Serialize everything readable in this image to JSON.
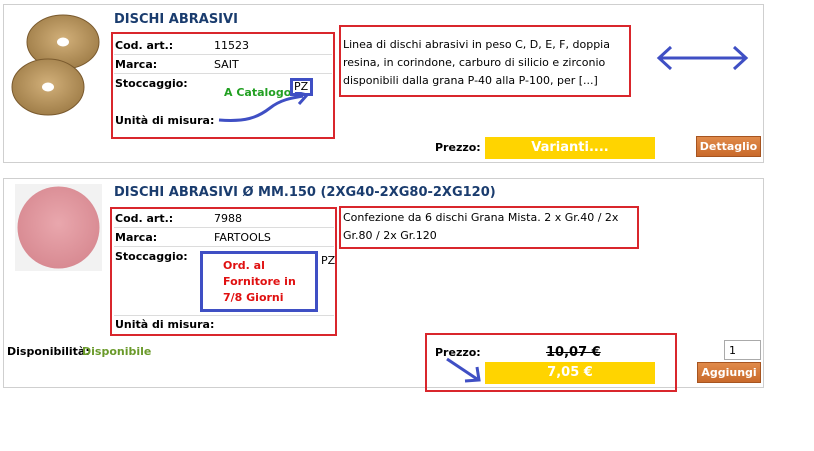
{
  "products": [
    {
      "title": "DISCHI ABRASIVI",
      "code_label": "Cod. art.:",
      "code": "11523",
      "brand_label": "Marca:",
      "brand": "SAIT",
      "stock_label": "Stoccaggio:",
      "stock_status": "A Catalogo",
      "unit_badge": "PZ",
      "unit_label": "Unità di misura:",
      "description": "Linea di dischi abrasivi in peso C, D, E, F, doppia resina, in corindone, carburo di silicio e zirconio disponibili dalla grana P-40 alla P-100, per [...]",
      "price_label": "Prezzo:",
      "price_value": "Varianti....",
      "action_label": "Dettaglio"
    },
    {
      "title": "DISCHI ABRASIVI Ø MM.150 (2XG40-2XG80-2XG120)",
      "code_label": "Cod. art.:",
      "code": "7988",
      "brand_label": "Marca:",
      "brand": "FARTOOLS",
      "stock_label": "Stoccaggio:",
      "stock_status": "Ord. al Fornitore in 7/8 Giorni",
      "unit_badge": "PZ",
      "unit_label": "Unità di misura:",
      "description": "Confezione da 6 dischi Grana Mista. 2 x Gr.40 / 2x Gr.80 / 2x Gr.120",
      "availability_label": "Disponibilità:",
      "availability_value": "Disponibile",
      "price_label": "Prezzo:",
      "old_price": "10,07 €",
      "price_value": "7,05 €",
      "quantity": "1",
      "action_label": "Aggiungi"
    }
  ],
  "colors": {
    "title": "#1a3c6e",
    "annotation_red": "#d9262c",
    "annotation_blue": "#3f4fc4",
    "price_yellow": "#ffd400",
    "button_brown": "#c96a2b",
    "stock_green": "#22a022",
    "stock_red": "#e01010",
    "available_green": "#6a9a2a"
  }
}
